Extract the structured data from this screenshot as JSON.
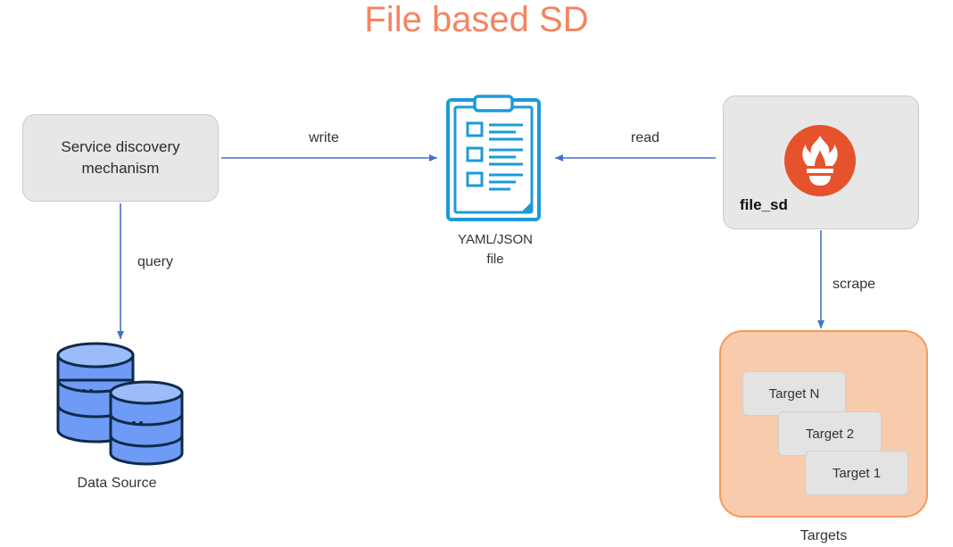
{
  "title": "File based SD",
  "service_box": {
    "label": "Service discovery mechanism"
  },
  "edges": {
    "write": "write",
    "read": "read",
    "query": "query",
    "scrape": "scrape"
  },
  "file": {
    "label_line1": "YAML/JSON",
    "label_line2": "file",
    "icon": "clipboard-document-icon"
  },
  "prometheus": {
    "label": "file_sd",
    "icon": "prometheus-flame-icon"
  },
  "data_source": {
    "label": "Data Source",
    "icon": "database-icon"
  },
  "targets": {
    "label": "Targets",
    "items": [
      "Target N",
      "Target 2",
      "Target 1"
    ]
  },
  "colors": {
    "title": "#F4845F",
    "arrow": "#4472C4",
    "targets_fill": "#F8CBAD",
    "targets_border": "#F39A5E",
    "prometheus_orange": "#E6522C",
    "database_blue": "#6E9BF5",
    "file_icon_blue": "#1C9BD7"
  }
}
